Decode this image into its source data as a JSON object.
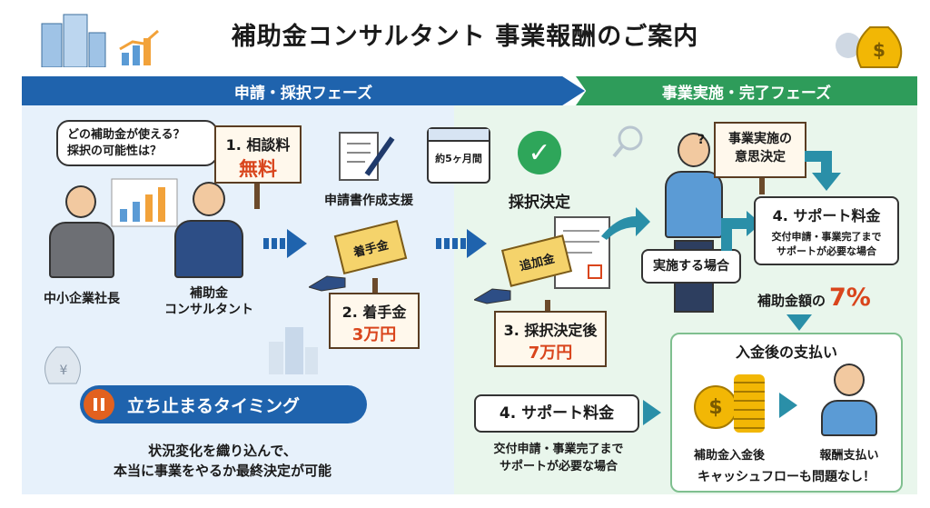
{
  "title": "補助金コンサルタント 事業報酬のご案内",
  "phases": {
    "left": "申請・採択フェーズ",
    "right": "事業実施・完了フェーズ"
  },
  "left": {
    "question_bubble": [
      "どの補助金が使える？",
      "採択の可能性は？"
    ],
    "ceo_label": "中小企業社長",
    "consultant_label": [
      "補助金",
      "コンサルタント"
    ],
    "sign1": {
      "title": "1. 相談料",
      "value": "無料"
    },
    "app_support": "申請書作成支援",
    "envelope1": "着手金",
    "sign2": {
      "title": "2. 着手金",
      "value": "3万円"
    },
    "pause_button": "立ち止まるタイミング",
    "pause_note": [
      "状況変化を織り込んで、",
      "本当に事業をやるか最終決定が可能"
    ]
  },
  "middle": {
    "calendar": "約5ヶ月間",
    "adopted": "採択決定",
    "envelope2": "追加金",
    "sign3": {
      "title": "3. 採択決定後",
      "value": "7万円"
    },
    "support_box": "4. サポート料金",
    "support_note": [
      "交付申請・事業完了まで",
      "サポートが必要な場合"
    ]
  },
  "right": {
    "decision_sign": [
      "事業実施の",
      "意思決定"
    ],
    "implement_box": "実施する場合",
    "support_box": {
      "title": "4. サポート料金",
      "note": [
        "交付申請・事業完了まで",
        "サポートが必要な場合"
      ]
    },
    "rate_prefix": "補助金額の",
    "rate_value": "7%",
    "payment_title": "入金後の支払い",
    "payment_left": "補助金入金後",
    "payment_right": "報酬支払い",
    "payment_note": "キャッシュフローも問題なし！"
  },
  "colors": {
    "blue": "#1f63ad",
    "green": "#2e9c5a",
    "red": "#d9451c",
    "teal": "#2a8fa8"
  }
}
